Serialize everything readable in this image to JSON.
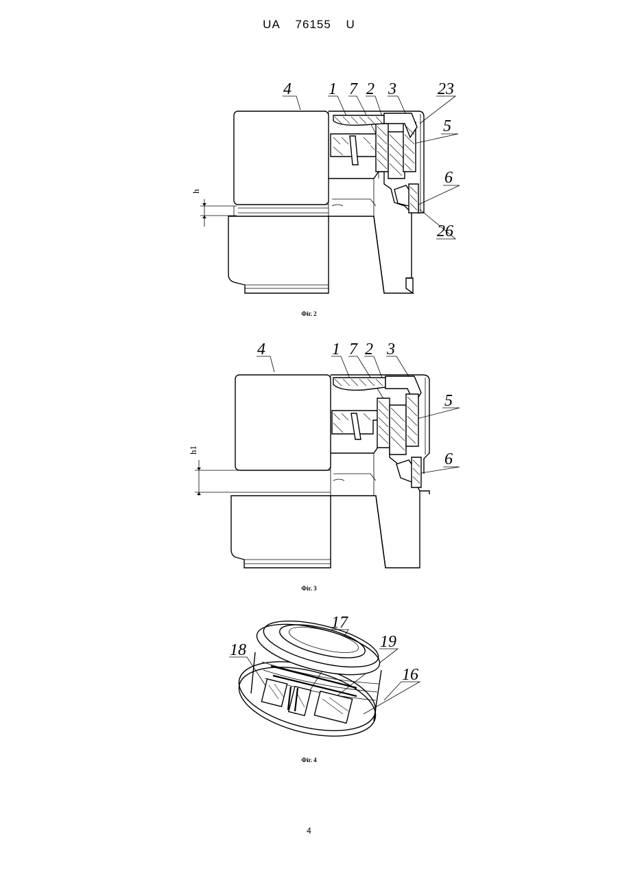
{
  "header": {
    "office": "UA",
    "number": "76155",
    "kind": "U"
  },
  "figures": [
    {
      "id": "fig2",
      "caption": "Фіг. 2",
      "labels": [
        "4",
        "1",
        "7",
        "2",
        "3",
        "23",
        "5",
        "6",
        "26"
      ],
      "dimension": "h"
    },
    {
      "id": "fig3",
      "caption": "Фіг. 3",
      "labels": [
        "4",
        "1",
        "7",
        "2",
        "3",
        "5",
        "6"
      ],
      "dimension": "h1"
    },
    {
      "id": "fig4",
      "caption": "Фіг. 4",
      "labels": [
        "17",
        "19",
        "18",
        "16"
      ]
    }
  ],
  "page_number": "4"
}
